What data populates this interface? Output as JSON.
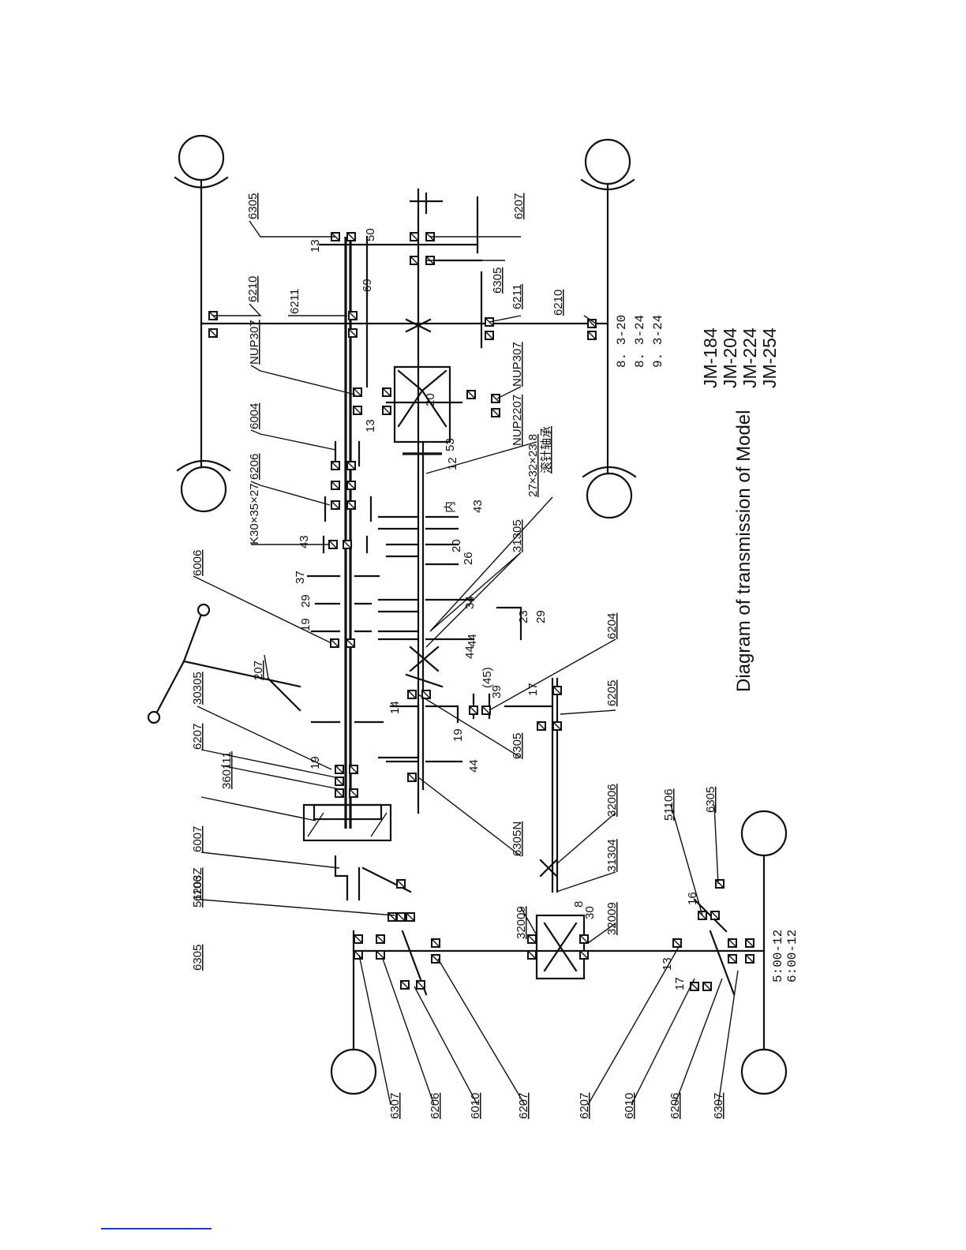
{
  "caption": "Diagram of transmission of Model",
  "models": [
    "JM-184",
    "JM-204",
    "JM-224",
    "JM-254"
  ],
  "rear_tire_sizes": [
    "8. 3-20",
    "8. 3-24",
    "9. 3-24"
  ],
  "front_tire_sizes": [
    "5:00-12",
    "6:00-12"
  ],
  "bearings_top": [
    "6305",
    "6210",
    "6211",
    "NUP307",
    "6004",
    "6206",
    "K30×35×27",
    "6006",
    "207",
    "30305",
    "6207",
    "360111",
    "6007",
    "6203Z",
    "6305",
    "51106"
  ],
  "bearings_lower_right": [
    "6207",
    "6305",
    "6211",
    "6210",
    "NUP307",
    "NUP2207",
    "27×32×23.8",
    "滚针轴承",
    "31305",
    "6204",
    "6205",
    "6305",
    "6305N",
    "32006",
    "31304",
    "32009",
    "32009",
    "51106",
    "6305"
  ],
  "bearings_bottom": [
    "6307",
    "6206",
    "6010",
    "6207",
    "6207",
    "6010",
    "6206",
    "6307"
  ],
  "gear_teeth": [
    "13",
    "50",
    "69",
    "13",
    "20",
    "53",
    "12",
    "43",
    "20",
    "26",
    "34",
    "43",
    "37",
    "29",
    "19",
    "44",
    "29",
    "23",
    "44",
    "(45)",
    "39",
    "17",
    "14",
    "19",
    "44",
    "19",
    "8",
    "30",
    "13",
    "17",
    "16"
  ],
  "small_marks": [
    "内"
  ]
}
